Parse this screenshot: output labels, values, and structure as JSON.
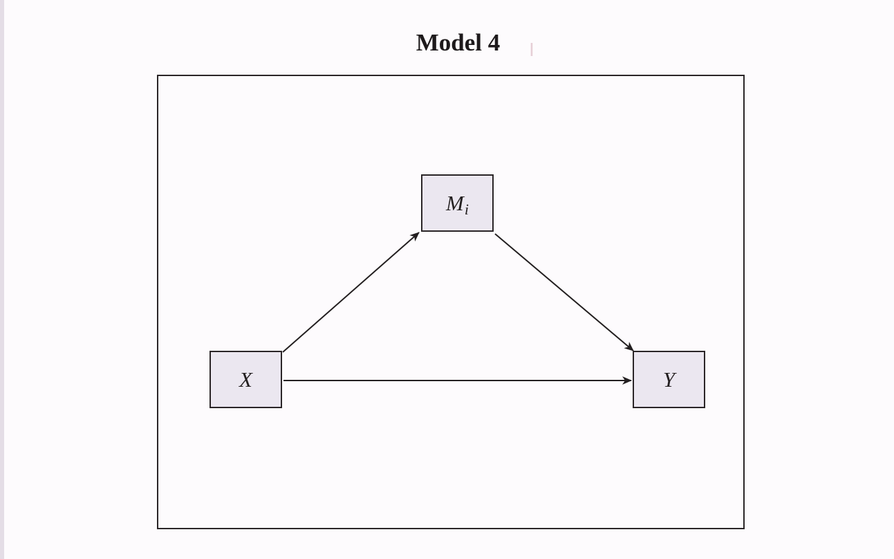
{
  "title": "Model 4",
  "nodes": {
    "x": {
      "label": "X"
    },
    "m": {
      "label": "M",
      "subscript": "i"
    },
    "y": {
      "label": "Y"
    }
  },
  "edges": [
    {
      "from": "X",
      "to": "M_i"
    },
    {
      "from": "M_i",
      "to": "Y"
    },
    {
      "from": "X",
      "to": "Y"
    }
  ],
  "colors": {
    "background": "#fdfbfd",
    "node_fill": "#ebe7f0",
    "stroke": "#2a2527",
    "left_edge": "#e4dde6"
  }
}
